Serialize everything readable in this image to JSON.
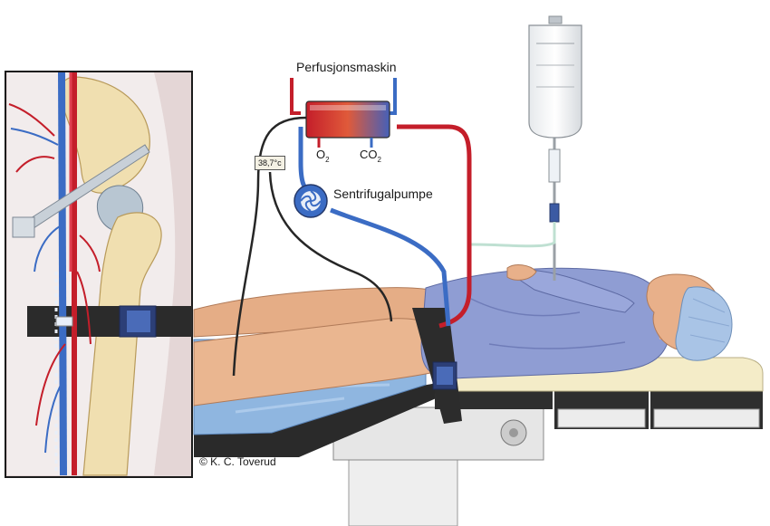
{
  "labels": {
    "machine": "Perfusjonsmaskin",
    "o2": "O",
    "o2_sub": "2",
    "co2": "CO",
    "co2_sub": "2",
    "pump": "Sentrifugalpumpe",
    "temperature": "38,7°c",
    "copyright": "© K. C. Toverud"
  },
  "colors": {
    "arterial": "#c41e2a",
    "venous": "#3b6cc4",
    "skin": "#e8b08a",
    "gown": "#8f9dd3",
    "cap": "#a9c4e6",
    "bone": "#f0dfb0",
    "table": "#2e2e2e",
    "mattress": "#f4ecc8",
    "drape": "#8fb6e0",
    "cable": "#262626"
  }
}
